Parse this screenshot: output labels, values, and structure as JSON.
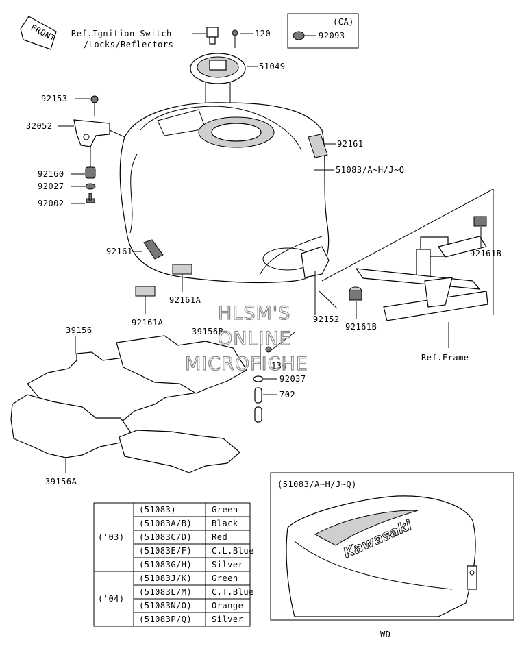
{
  "labels": {
    "front": "FRONT",
    "ref_ignition": [
      "Ref.Ignition Switch",
      "/Locks/Reflectors"
    ],
    "ca": "(CA)",
    "p92093": "92093",
    "p120": "120",
    "p51049": "51049",
    "p92153": "92153",
    "p32052": "32052",
    "p92161_top": "92161",
    "p51083": "51083/A~H/J~Q",
    "p92160": "92160",
    "p92027": "92027",
    "p92002": "92002",
    "p92161B_top": "92161B",
    "p92161_mid": "92161",
    "p92161A_right": "92161A",
    "p92161A_left": "92161A",
    "p92152": "92152",
    "p92161B_bot": "92161B",
    "p39156": "39156",
    "p39156B": "39156B",
    "p130": "130",
    "p92037": "92037",
    "p702": "702",
    "ref_frame": "Ref.Frame",
    "p39156A": "39156A",
    "inset_title": "(51083/A~H/J~Q)",
    "brand": "Kawasaki",
    "footer": "WD"
  },
  "watermark": [
    "HLSM'S",
    "ONLINE",
    "MICROFICHE"
  ],
  "color_table": {
    "groups": [
      {
        "year": "('03)",
        "rows": [
          {
            "code": "(51083)",
            "color": "Green"
          },
          {
            "code": "(51083A/B)",
            "color": "Black"
          },
          {
            "code": "(51083C/D)",
            "color": "Red"
          },
          {
            "code": "(51083E/F)",
            "color": "C.L.Blue"
          },
          {
            "code": "(51083G/H)",
            "color": "Silver"
          }
        ]
      },
      {
        "year": "('04)",
        "rows": [
          {
            "code": "(51083J/K)",
            "color": "Green"
          },
          {
            "code": "(51083L/M)",
            "color": "C.T.Blue"
          },
          {
            "code": "(51083N/O)",
            "color": "Orange"
          },
          {
            "code": "(51083P/Q)",
            "color": "Silver"
          }
        ]
      }
    ]
  }
}
